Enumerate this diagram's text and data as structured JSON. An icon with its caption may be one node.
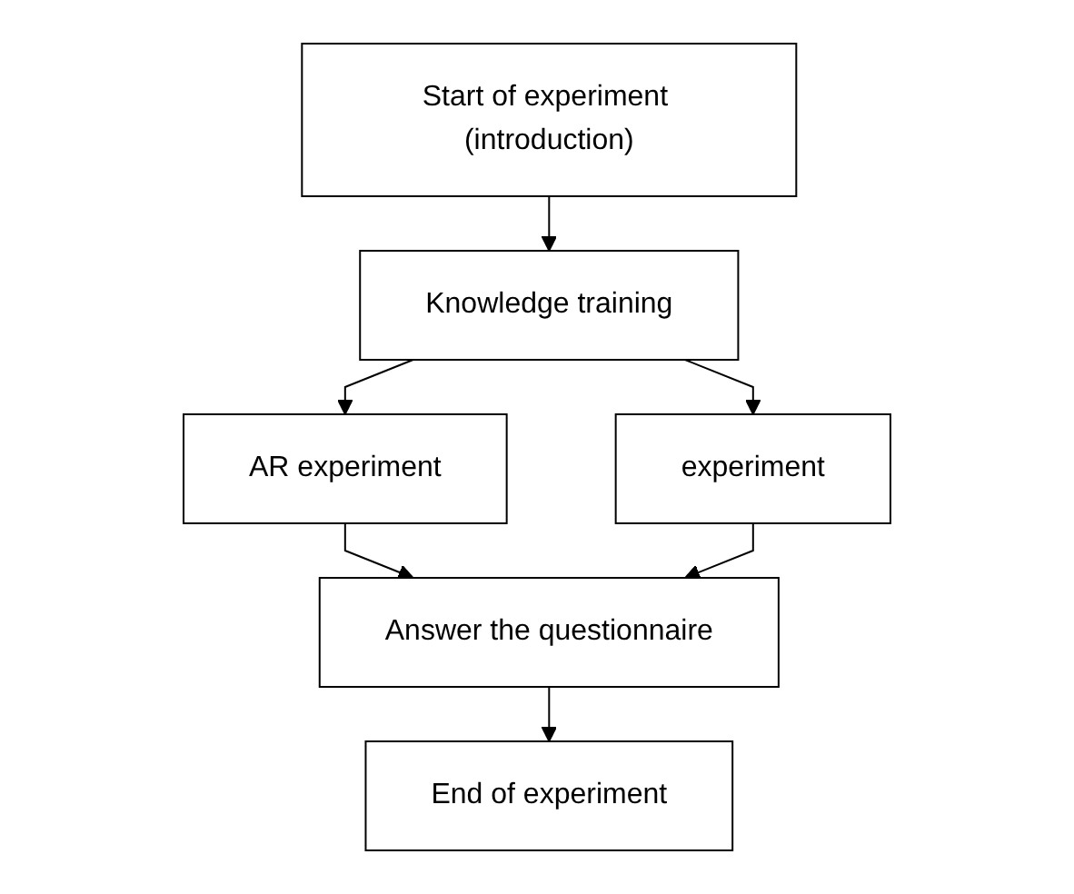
{
  "diagram": {
    "nodes": [
      {
        "text": [
          "Start of experiment (introduction)"
        ]
      },
      {
        "text": [
          "Knowledge training"
        ]
      },
      {
        "text": [
          "AR experiment"
        ]
      },
      {
        "text": [
          "experiment"
        ]
      },
      {
        "text": [
          "Answer the questionnaire"
        ]
      },
      {
        "text": [
          "End of experiment"
        ]
      }
    ],
    "edges": [
      {
        "from": 0,
        "to": 1,
        "arrow": "to"
      },
      {
        "from": 1,
        "to": 2,
        "arrow": "to"
      },
      {
        "from": 1,
        "to": 3,
        "arrow": "to"
      },
      {
        "from": 2,
        "to": 4,
        "arrow": "to"
      },
      {
        "from": 3,
        "to": 4,
        "arrow": "to"
      },
      {
        "from": 4,
        "to": 5,
        "arrow": "to"
      }
    ]
  }
}
